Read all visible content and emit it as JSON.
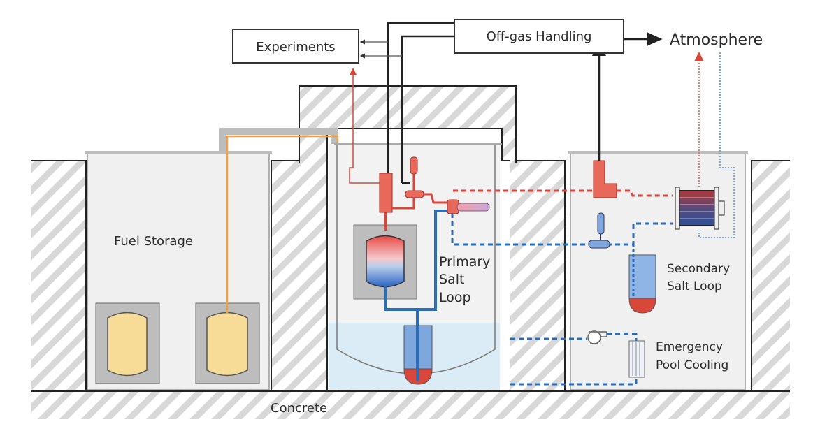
{
  "diagram": {
    "type": "process schematic",
    "subject": "Molten salt reactor facility cross-section",
    "blocks": {
      "experiments": "Experiments",
      "offgas": "Off-gas Handling",
      "atmosphere": "Atmosphere"
    },
    "labels": {
      "fuel_storage": "Fuel Storage",
      "primary_line1": "Primary",
      "primary_line2": "Salt",
      "primary_line3": "Loop",
      "secondary_line1": "Secondary",
      "secondary_line2": "Salt Loop",
      "emergency_line1": "Emergency",
      "emergency_line2": "Pool Cooling",
      "concrete": "Concrete"
    },
    "colors": {
      "hot_salt": "#d9463a",
      "cold_salt": "#2b6cb8",
      "fuel_line": "#f0a040",
      "fuel_tank": "#f7dc98",
      "hatch": "#d6d6d6",
      "cell_fill": "#f0f0f0",
      "pool_water": "#dcecf6",
      "outline": "#222222"
    },
    "connections": [
      {
        "from": "Primary Salt Loop",
        "to": "Experiments",
        "style": "thin red line"
      },
      {
        "from": "Primary Salt Loop",
        "to": "Off-gas Handling",
        "style": "black lines"
      },
      {
        "from": "Off-gas Handling",
        "to": "Experiments",
        "style": "arrows"
      },
      {
        "from": "Off-gas Handling",
        "to": "Atmosphere",
        "style": "arrow"
      },
      {
        "from": "Secondary Salt Loop",
        "to": "Off-gas Handling",
        "style": "black line"
      },
      {
        "from": "Heat exchanger",
        "to": "Atmosphere",
        "style": "dotted red/blue lines"
      },
      {
        "from": "Fuel Storage",
        "to": "Primary Salt Loop",
        "style": "orange transfer line"
      },
      {
        "from": "Pool",
        "to": "Emergency Pool Cooling",
        "style": "dashed blue"
      }
    ]
  }
}
